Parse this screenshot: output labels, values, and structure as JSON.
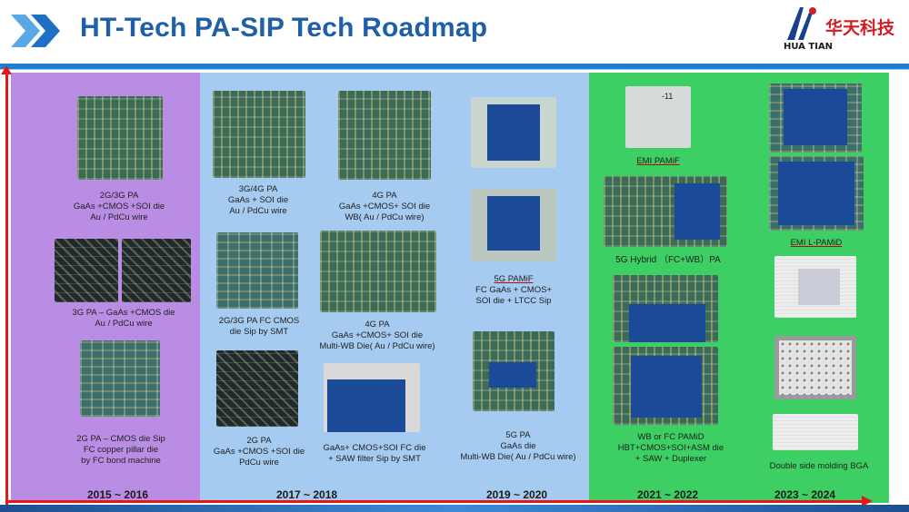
{
  "header": {
    "title": "HT-Tech PA-SIP Tech Roadmap",
    "logo_cn": "华天科技",
    "logo_en": "HUA TIAN"
  },
  "periods": [
    {
      "label": "2015 ~ 2016"
    },
    {
      "label": "2017 ~ 2018"
    },
    {
      "label": "2019 ~ 2020"
    },
    {
      "label": "2021 ~ 2022"
    },
    {
      "label": "2023 ~ 2024"
    }
  ],
  "captions": {
    "c1": [
      "2G/3G PA",
      "GaAs +CMOS +SOI die",
      "Au / PdCu wire"
    ],
    "c2": [
      "3G PA – GaAs +CMOS die",
      "Au / PdCu wire"
    ],
    "c3": [
      "2G PA – CMOS die Sip",
      "FC copper pillar die",
      "by FC bond machine"
    ],
    "c4": [
      "3G/4G PA",
      "GaAs + SOI die",
      "Au / PdCu wire"
    ],
    "c5": [
      "2G/3G PA FC CMOS",
      "die Sip by SMT"
    ],
    "c6": [
      "2G PA",
      "GaAs +CMOS +SOI die",
      "PdCu wire"
    ],
    "c7": [
      "4G PA",
      "GaAs +CMOS+ SOI die",
      "WB( Au / PdCu wire)"
    ],
    "c8": [
      "4G PA",
      "GaAs +CMOS+ SOI die",
      "Multi-WB Die( Au / PdCu wire)"
    ],
    "c9": [
      "GaAs+ CMOS+SOI FC die",
      "+ SAW filter Sip by SMT"
    ],
    "c10": [
      "5G PAMiF",
      "FC GaAs + CMOS+",
      "SOI die + LTCC Sip"
    ],
    "c11": [
      "5G PA",
      "GaAs die",
      "Multi-WB Die( Au / PdCu wire)"
    ],
    "c12": [
      "EMI PAMiF"
    ],
    "c13": [
      "5G Hybrid （FC+WB）PA"
    ],
    "c14": [
      "WB or FC PAMiD",
      "HBT+CMOS+SOI+ASM die",
      "+ SAW + Duplexer"
    ],
    "c15": [
      "EMI L-PAMiD"
    ],
    "c16": [
      "Double side molding BGA"
    ]
  },
  "chip_labels": {
    "emi_pamif_marking": "-11"
  },
  "colors": {
    "title": "#1f5fa8",
    "period_1": "#b98de3",
    "period_2": "#a6cbf0",
    "period_3": "#3dcf63",
    "axis": "#e41818",
    "redaction": "#1b4b98"
  }
}
